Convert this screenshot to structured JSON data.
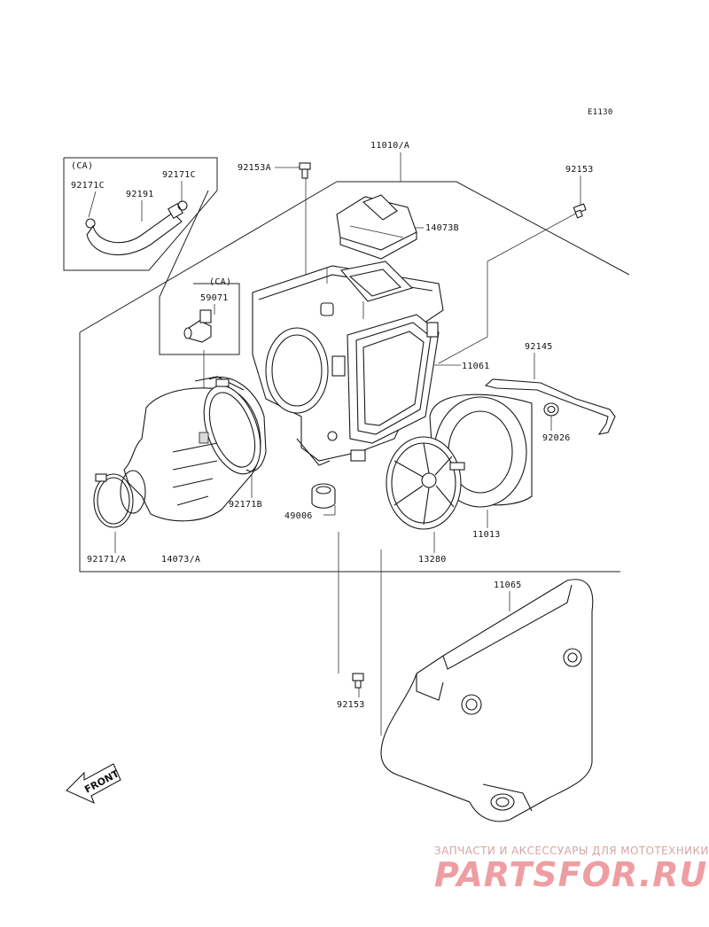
{
  "diagram_code": "E1130",
  "part_labels": {
    "p11010A": "11010/A",
    "p92153A": "92153A",
    "p92153_top": "92153",
    "p14073B": "14073B",
    "ca_top": "(CA)",
    "p92171C_left": "92171C",
    "p92171C_right": "92171C",
    "p92191": "92191",
    "ca_mid": "(CA)",
    "p59071": "59071",
    "p11061": "11061",
    "p92145": "92145",
    "p92026": "92026",
    "p92171B": "92171B",
    "p49006": "49006",
    "p11013": "11013",
    "p13280": "13280",
    "p92171A": "92171/A",
    "p14073A": "14073/A",
    "p11065": "11065",
    "p92153_bottom": "92153"
  },
  "front_arrow_label": "FRONT",
  "watermark": {
    "tagline": "ЗАПЧАСТИ И АКСЕССУАРЫ ДЛЯ МОТОТЕХНИКИ",
    "brand": "PARTSFOR.RU"
  },
  "colors": {
    "line": "#1a1a1a",
    "background": "#ffffff",
    "watermark_brand": "#ee9ea3",
    "watermark_tagline": "#d8a5a5"
  }
}
